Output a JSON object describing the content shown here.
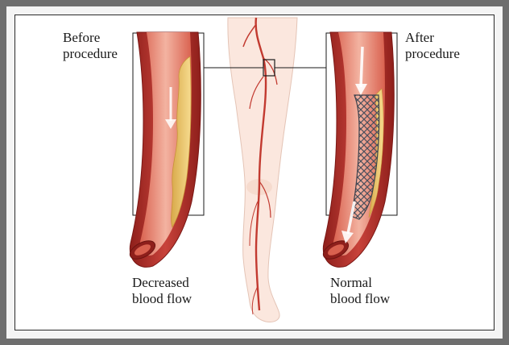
{
  "labels": {
    "before": [
      "Before",
      "procedure"
    ],
    "after": [
      "After",
      "procedure"
    ],
    "decreased": [
      "Decreased",
      "blood flow"
    ],
    "normal": [
      "Normal",
      "blood flow"
    ]
  },
  "colors": {
    "artery_wall": "#b8322c",
    "artery_lumen": "#e07b6a",
    "artery_inner": "#f2b5a6",
    "plaque": "#efcf7a",
    "skin": "#fbe7de",
    "vessel": "#c23a30",
    "stent": "#555a66"
  }
}
